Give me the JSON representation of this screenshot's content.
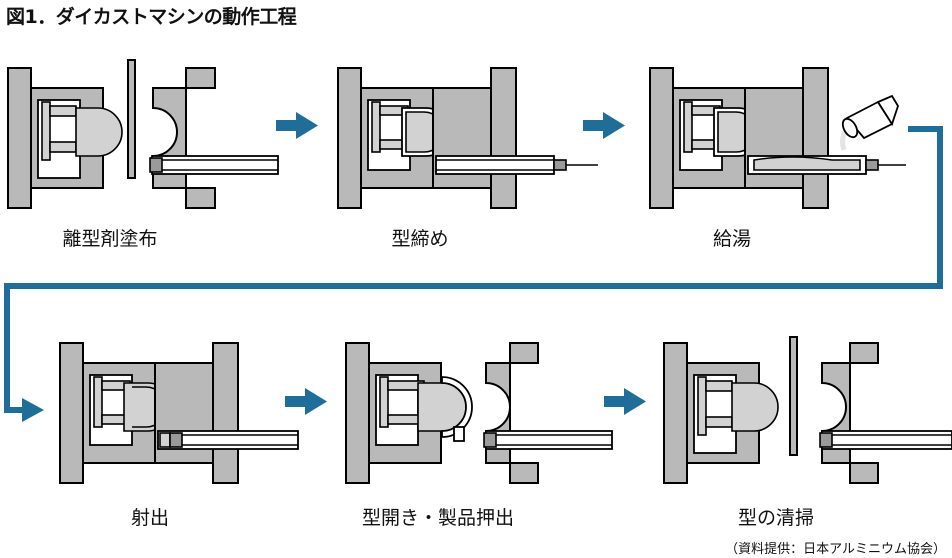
{
  "title": "図1．ダイカストマシンの動作工程",
  "stages": [
    {
      "label": "離型剤塗布"
    },
    {
      "label": "型締め"
    },
    {
      "label": "給湯"
    },
    {
      "label": "射出"
    },
    {
      "label": "型開き・製品押出"
    },
    {
      "label": "型の清掃"
    }
  ],
  "credit": "（資料提供：日本アルミニウム協会）",
  "colors": {
    "arrow": "#1f6e99",
    "machine": "#b9b9b9",
    "metal": "#d2d2d2"
  }
}
